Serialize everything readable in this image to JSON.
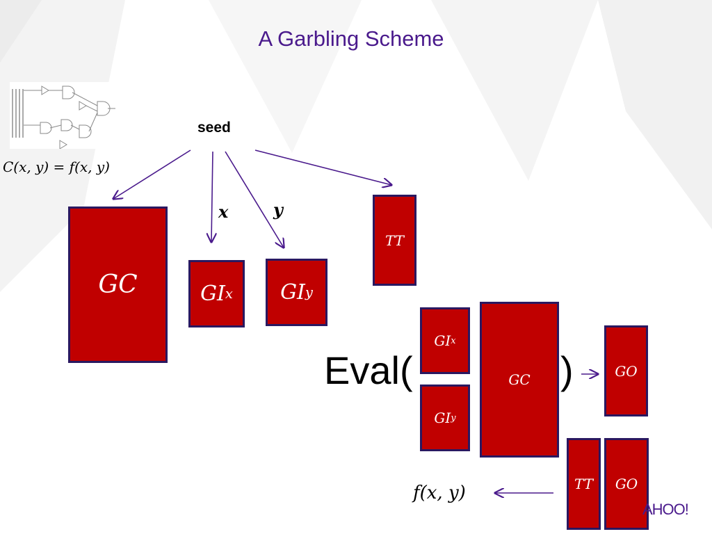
{
  "slide": {
    "title": "A Garbling Scheme"
  },
  "circuit": {
    "formula": "C(x, y) = f(x, y)"
  },
  "seed_label": "seed",
  "inputs": {
    "x_label": "x",
    "y_label": "y"
  },
  "garbled": {
    "gc": "GC",
    "gi_x": {
      "main": "GI",
      "sub": "x"
    },
    "gi_y": {
      "main": "GI",
      "sub": "y"
    },
    "tt": "TT"
  },
  "evaluation": {
    "eval_open": "Eval(",
    "eval_close": ")",
    "gi_x": {
      "main": "GI",
      "sub": "x"
    },
    "gi_y": {
      "main": "GI",
      "sub": "y"
    },
    "gc": "GC",
    "go": "GO"
  },
  "decode": {
    "tt": "TT",
    "go": "GO",
    "result": "f(x, y)"
  },
  "logo": "AHOO!",
  "colors": {
    "box_fill": "#c00000",
    "box_border": "#2a1860",
    "arrow": "#4a1a8c",
    "title": "#4a1a8c"
  }
}
